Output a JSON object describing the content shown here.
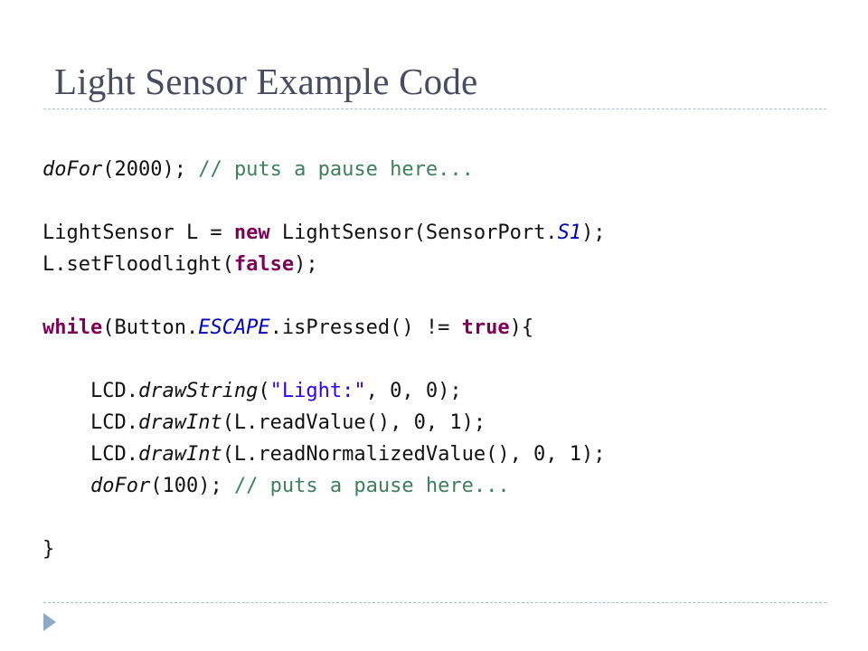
{
  "slide": {
    "title": "Light Sensor Example Code",
    "colors": {
      "title": "#4a4a60",
      "rule": "#a9bfd0",
      "keyword": "#7f0055",
      "comment": "#3f7f5f",
      "string": "#2a00ff",
      "field": "#0000c0"
    },
    "footer_icon": "triangle-bullet-icon"
  },
  "code": {
    "lines": [
      {
        "tokens": [
          {
            "t": "doFor",
            "c": "it"
          },
          {
            "t": "(2000); "
          },
          {
            "t": "// puts a pause here...",
            "c": "cm"
          }
        ]
      },
      {
        "tokens": []
      },
      {
        "tokens": [
          {
            "t": "LightSensor L = "
          },
          {
            "t": "new",
            "c": "kw"
          },
          {
            "t": " LightSensor(SensorPort."
          },
          {
            "t": "S1",
            "c": "fld"
          },
          {
            "t": ");"
          }
        ]
      },
      {
        "tokens": [
          {
            "t": "L.setFloodlight("
          },
          {
            "t": "false",
            "c": "kw"
          },
          {
            "t": ");"
          }
        ]
      },
      {
        "tokens": []
      },
      {
        "tokens": [
          {
            "t": "while",
            "c": "kw"
          },
          {
            "t": "(Button."
          },
          {
            "t": "ESCAPE",
            "c": "fld"
          },
          {
            "t": ".isPressed() != "
          },
          {
            "t": "true",
            "c": "kw"
          },
          {
            "t": "){"
          }
        ]
      },
      {
        "tokens": []
      },
      {
        "tokens": [
          {
            "t": "    LCD."
          },
          {
            "t": "drawString",
            "c": "it"
          },
          {
            "t": "("
          },
          {
            "t": "\"Light:\"",
            "c": "st"
          },
          {
            "t": ", 0, 0);"
          }
        ]
      },
      {
        "tokens": [
          {
            "t": "    LCD."
          },
          {
            "t": "drawInt",
            "c": "it"
          },
          {
            "t": "(L.readValue(), 0, 1);"
          }
        ]
      },
      {
        "tokens": [
          {
            "t": "    LCD."
          },
          {
            "t": "drawInt",
            "c": "it"
          },
          {
            "t": "(L.readNormalizedValue(), 0, 1);"
          }
        ]
      },
      {
        "tokens": [
          {
            "t": "    "
          },
          {
            "t": "doFor",
            "c": "it"
          },
          {
            "t": "(100); "
          },
          {
            "t": "// puts a pause here...",
            "c": "cm"
          }
        ]
      },
      {
        "tokens": []
      },
      {
        "tokens": [
          {
            "t": "}"
          }
        ]
      }
    ]
  }
}
